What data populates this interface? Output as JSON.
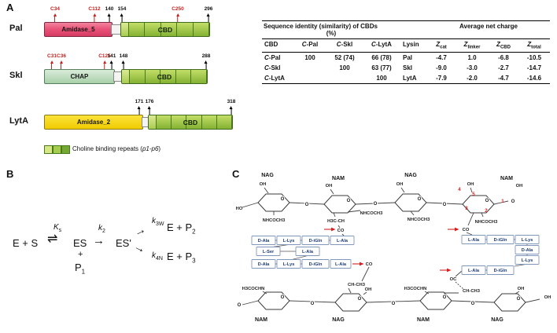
{
  "panels": {
    "a": "A",
    "b": "B",
    "c": "C"
  },
  "panel_a": {
    "proteins": [
      {
        "name": "Pal",
        "domain": "Amidase_5",
        "cbd": "CBD",
        "cys": [
          "C34",
          "C112"
        ],
        "cbd_cys": "C250",
        "marks": [
          "140",
          "154"
        ],
        "end": "296"
      },
      {
        "name": "Skl",
        "domain": "CHAP",
        "cbd": "CBD",
        "cys": [
          "C31",
          "C36",
          "C125"
        ],
        "marks": [
          "141",
          "148"
        ],
        "end": "288"
      },
      {
        "name": "LytA",
        "domain": "Amidase_2",
        "cbd": "CBD",
        "cys": [],
        "marks": [
          "171",
          "176"
        ],
        "end": "318"
      }
    ],
    "legend": {
      "prefix": "Choline binding repeats (",
      "italic": "p1-p6",
      "suffix": ")"
    }
  },
  "table": {
    "group_identity": "Sequence identity (similarity) of CBDs",
    "group_identity_unit": "(%)",
    "group_charge": "Average net charge",
    "c_italic": "C",
    "headers": {
      "cbd": "CBD",
      "pal_rest": "-Pal",
      "skl_rest": "-Skl",
      "lyta_rest": "-LytA",
      "lysin": "Lysin",
      "z": "Z",
      "z_subs": [
        "cat",
        "linker",
        "CBD",
        "total"
      ]
    },
    "rows": [
      {
        "label_rest": "-Pal",
        "id": [
          "100",
          "52 (74)",
          "66 (78)"
        ],
        "lysin": "Pal",
        "z": [
          "-4.7",
          "1.0",
          "-6.8",
          "-10.5"
        ]
      },
      {
        "label_rest": "-Skl",
        "id": [
          "",
          "100",
          "63 (77)"
        ],
        "lysin": "Skl",
        "z": [
          "-9.0",
          "-3.0",
          "-2.7",
          "-14.7"
        ]
      },
      {
        "label_rest": "-LytA",
        "id": [
          "",
          "",
          "100"
        ],
        "lysin": "LytA",
        "z": [
          "-7.9",
          "-2.0",
          "-4.7",
          "-14.6"
        ]
      }
    ]
  },
  "panel_b": {
    "e_plus_s": "E + S",
    "es": "ES",
    "es_prime": "ES'",
    "plus": "+",
    "p1": {
      "base": "P",
      "sub": "1"
    },
    "ep2": {
      "base": "E + P",
      "sub": "2"
    },
    "ep3": {
      "base": "E + P",
      "sub": "3"
    },
    "ks": {
      "base": "K",
      "sub": "s"
    },
    "k2": {
      "base": "k",
      "sub": "2"
    },
    "k3w": {
      "base": "k",
      "sub": "3W"
    },
    "k4n": {
      "base": "k",
      "sub": "4N"
    },
    "arr_eq": "⇌",
    "arr_fwd": "→",
    "arr_branch": "→"
  },
  "panel_c": {
    "sugars_top": [
      "NAG",
      "NAM",
      "NAG",
      "NAM"
    ],
    "sugars_bottom": [
      "NAM",
      "NAG",
      "NAM",
      "NAG"
    ],
    "chem": {
      "o": "O",
      "oh": "OH",
      "ho": "HO",
      "nhcoch3": "NHCOCH3",
      "hncoch3_rev": "H3COCHN",
      "lactyl_top": "H3C-CH",
      "co": "CO",
      "oc": "OC",
      "lactyl_bottom": "CH-CH3"
    },
    "ring_numbers": [
      "1",
      "2",
      "3",
      "4",
      "5"
    ],
    "pep": {
      "left_top": [
        "D-Ala",
        "L-Lys",
        "D-iGln",
        "L-Ala"
      ],
      "left_bridge": [
        "L-Ser",
        "L-Ala"
      ],
      "left_bottom": [
        "D-Ala",
        "L-Lys",
        "D-iGln",
        "L-Ala"
      ],
      "right_top": [
        "L-Ala",
        "D-iGln",
        "L-Lys"
      ],
      "right_mid": [
        "D-Ala",
        "L-Lys"
      ],
      "right_bottom": [
        "L-Ala",
        "D-iGln"
      ]
    }
  }
}
